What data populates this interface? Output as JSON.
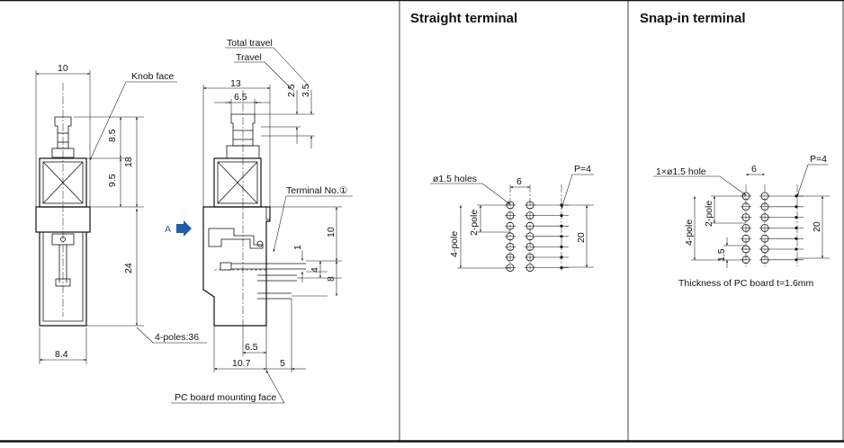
{
  "panels": {
    "straight_title": "Straight terminal",
    "snapin_title": "Snap-in terminal"
  },
  "front_view": {
    "width_top": "10",
    "knob_face": "Knob face",
    "dim_8_5": "8.5",
    "dim_9_5": "9.5",
    "dim_18": "18",
    "dim_24": "24",
    "width_bottom": "8.4",
    "poles_note": "4-poles:36"
  },
  "side_view": {
    "total_travel": "Total travel",
    "travel": "Travel",
    "dim_13": "13",
    "dim_6_5_top": "6.5",
    "dim_2_5": "2.5",
    "dim_3_5": "3.5",
    "terminal_no": "Terminal No.①",
    "view_a": "A",
    "dim_10": "10",
    "dim_1": "1",
    "dim_4": "4",
    "dim_8": "8",
    "dim_6_5_bottom": "6.5",
    "dim_10_7": "10.7",
    "dim_5": "5",
    "pcb_face": "PC board mounting face"
  },
  "straight": {
    "holes": "ø1.5 holes",
    "pitch": "P=4",
    "dim_6": "6",
    "two_pole": "2-pole",
    "four_pole": "4-pole",
    "dim_20": "20"
  },
  "snapin": {
    "hole": "1×ø1.5 hole",
    "pitch": "P=4",
    "dim_6": "6",
    "two_pole": "2-pole",
    "four_pole": "4-pole",
    "dim_1_5": "1.5",
    "dim_20": "20",
    "thickness": "Thickness of PC board t=1.6mm"
  },
  "colors": {
    "arrow": "#1f5fa8"
  }
}
